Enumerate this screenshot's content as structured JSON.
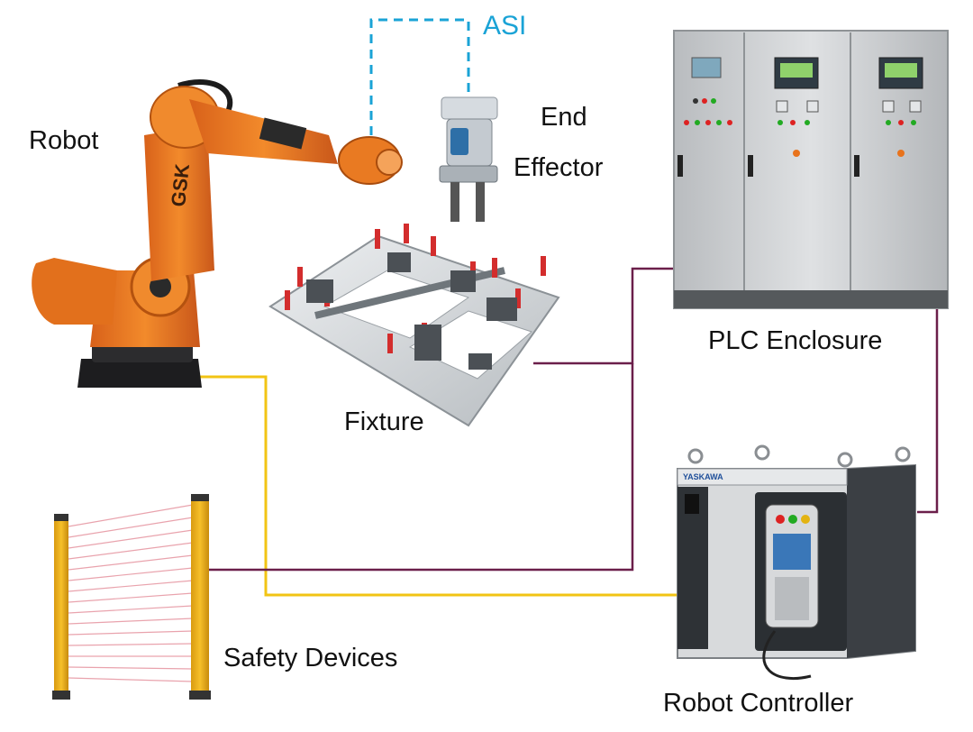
{
  "labels": {
    "asi": "ASI",
    "robot": "Robot",
    "end_effector_line1": "End",
    "end_effector_line2": "Effector",
    "fixture": "Fixture",
    "plc_enclosure": "PLC Enclosure",
    "safety_devices": "Safety Devices",
    "robot_controller": "Robot Controller"
  },
  "brand_marks": {
    "robot_arm": "GSK",
    "controller": "YASKAWA"
  },
  "colors": {
    "asi_link": "#1aa3d6",
    "network_link": "#6b1f4a",
    "safety_link": "#f2c414",
    "robot_orange": "#e8731c",
    "cabinet_gray": "#c9ccce"
  },
  "components": [
    "robot",
    "end-effector",
    "fixture",
    "plc-enclosure",
    "safety-devices",
    "robot-controller"
  ],
  "icons": [
    "industrial-robot-icon",
    "gripper-icon",
    "fixture-icon",
    "plc-cabinet-icon",
    "light-curtain-icon",
    "robot-controller-icon"
  ]
}
